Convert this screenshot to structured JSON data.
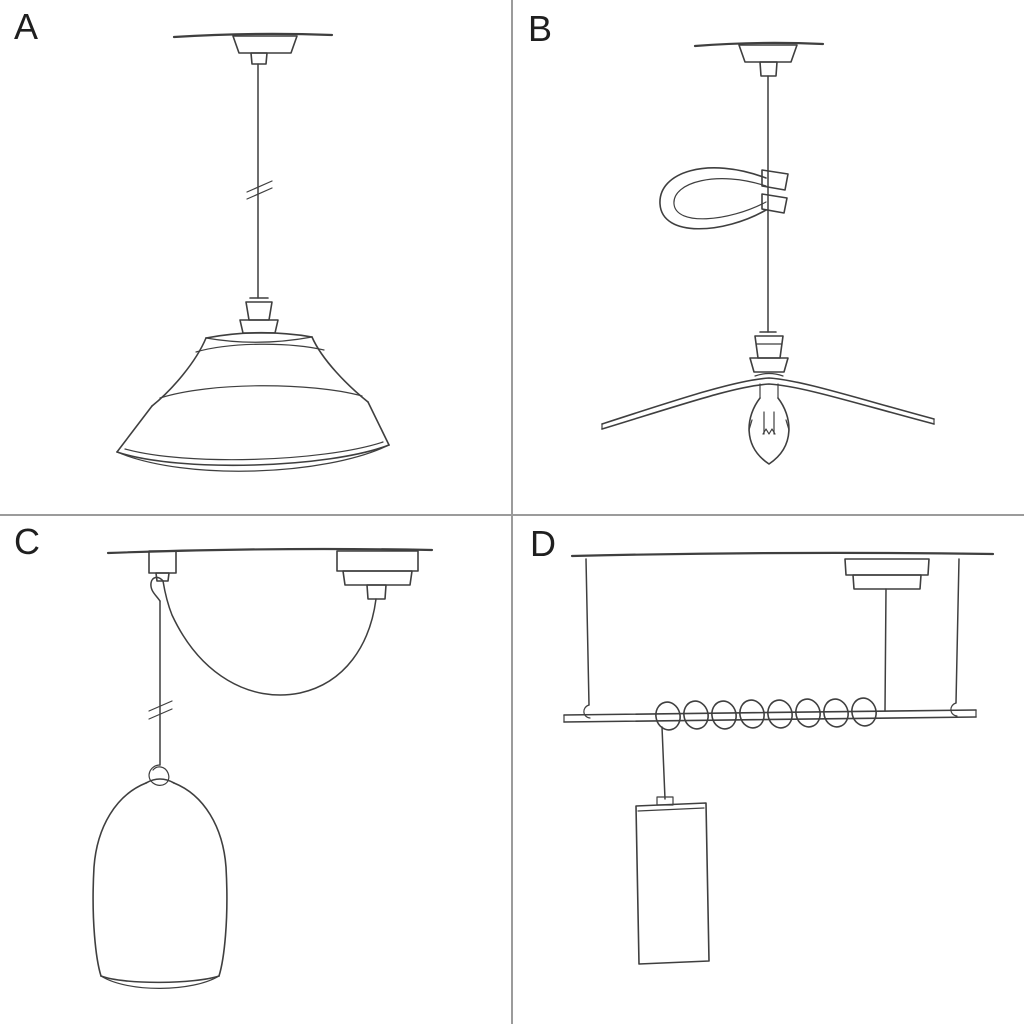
{
  "colors": {
    "background": "#ffffff",
    "divider": "#9b9b9b",
    "ink": "#3f3f3f",
    "label": "#1f1f1f"
  },
  "panels": [
    {
      "label": "A",
      "sketch": "pendant-straight-cord-industrial-bowl-shade-sketch"
    },
    {
      "label": "B",
      "sketch": "pendant-cable-clip-flat-plate-shade-exposed-bulb-sketch"
    },
    {
      "label": "C",
      "sketch": "swag-pendant-ceiling-hook-bell-shade-sketch"
    },
    {
      "label": "D",
      "sketch": "pendant-suspended-bar-wrapped-cord-cylinder-shade-sketch"
    }
  ]
}
